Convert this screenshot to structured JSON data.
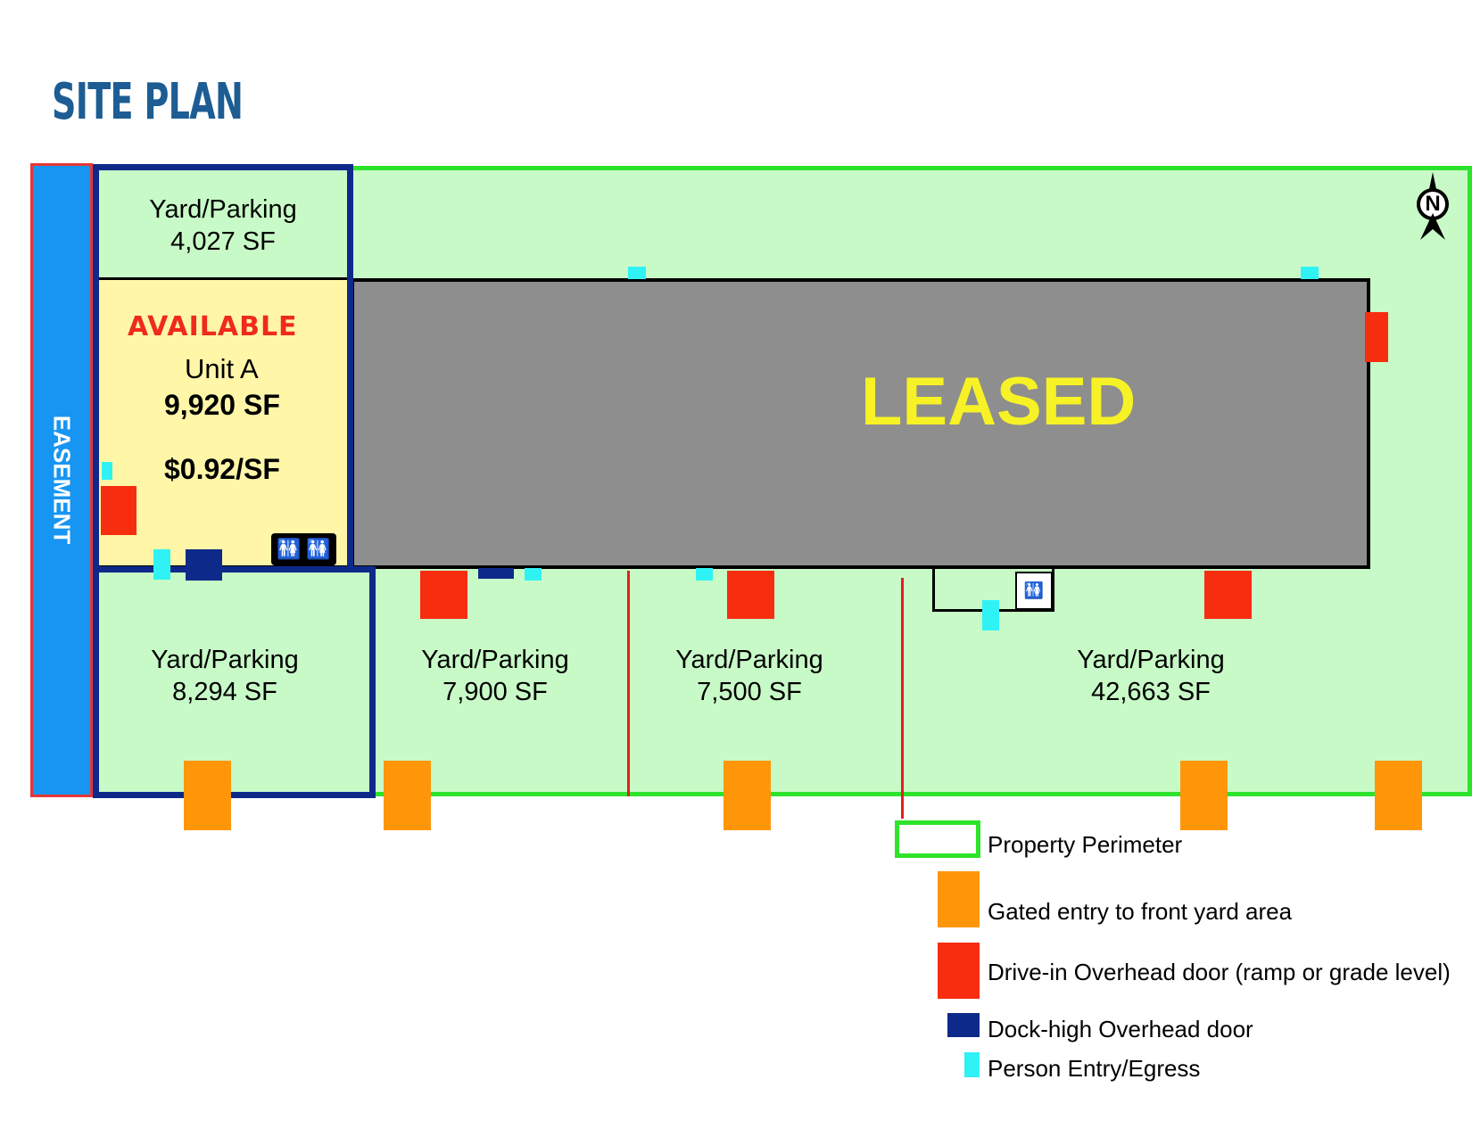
{
  "title": "SITE PLAN",
  "easement_label": "EASEMENT",
  "unit_a": {
    "status": "AVAILABLE",
    "name": "Unit A",
    "area": "9,920 SF",
    "price": "$0.92/SF"
  },
  "building_status": "LEASED",
  "yards": [
    {
      "label": "Yard/Parking",
      "area": "4,027 SF"
    },
    {
      "label": "Yard/Parking",
      "area": "8,294 SF"
    },
    {
      "label": "Yard/Parking",
      "area": "7,900 SF"
    },
    {
      "label": "Yard/Parking",
      "area": "7,500 SF"
    },
    {
      "label": "Yard/Parking",
      "area": "42,663 SF"
    }
  ],
  "north_label": "N",
  "restroom_icon": "restroom-icon",
  "colors": {
    "property_perimeter": "#2ee32b",
    "yard_fill": "#c8fac7",
    "gated_entry": "#ff9609",
    "drive_in_door": "#f72d10",
    "dock_high_door": "#0d2a8a",
    "person_entry": "#2ff2f5",
    "building": "#8e8e8e",
    "available_unit": "#fff6a8",
    "easement": "#1795f2"
  },
  "legend": [
    {
      "key": "property_perimeter",
      "label": "Property Perimeter"
    },
    {
      "key": "gated_entry",
      "label": "Gated entry to front yard area"
    },
    {
      "key": "drive_in_door",
      "label": "Drive-in Overhead door (ramp or grade level)"
    },
    {
      "key": "dock_high_door",
      "label": "Dock-high Overhead door"
    },
    {
      "key": "person_entry",
      "label": "Person Entry/Egress"
    }
  ]
}
